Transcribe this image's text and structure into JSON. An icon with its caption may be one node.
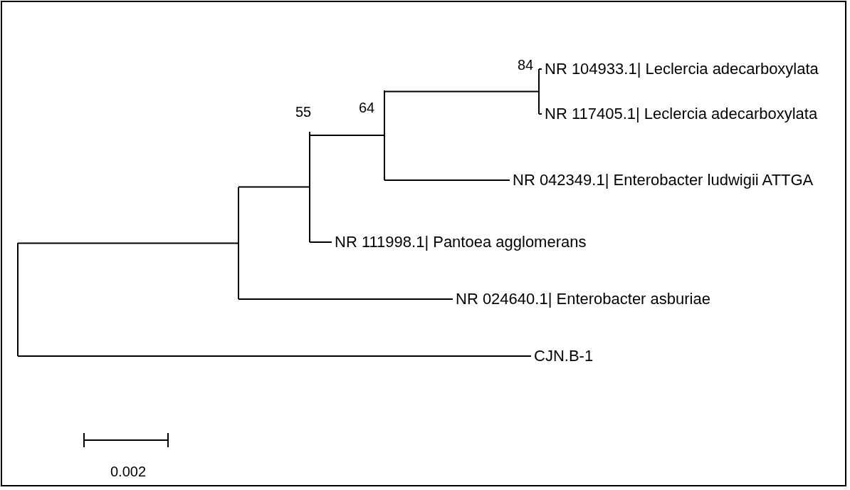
{
  "diagram": {
    "nodes": [
      {
        "text": [],
        "shape": "bar"
      },
      {
        "text": [],
        "shape": "bar"
      },
      {
        "text": [],
        "shape": "bar",
        "beside": [
          "55"
        ]
      },
      {
        "text": [],
        "shape": "bar",
        "beside": [
          "64"
        ]
      },
      {
        "text": [],
        "shape": "bar",
        "beside": [
          "84"
        ]
      },
      {
        "text": [
          "NR 104933.1| Leclercia adecarboxylata"
        ]
      },
      {
        "text": [
          "NR 117405.1| Leclercia adecarboxylata"
        ]
      },
      {
        "text": [
          "NR 042349.1| Enterobacter ludwigii ATTGA"
        ]
      },
      {
        "text": [
          "NR 111998.1| Pantoea agglomerans"
        ]
      },
      {
        "text": [
          "NR 024640.1| Enterobacter asburiae"
        ]
      },
      {
        "text": [
          "CJN.B-1"
        ]
      }
    ],
    "edges": [
      {
        "from": 0,
        "to": 1,
        "arrow": "none"
      },
      {
        "from": 0,
        "to": 10,
        "arrow": "none"
      },
      {
        "from": 1,
        "to": 2,
        "arrow": "none"
      },
      {
        "from": 1,
        "to": 9,
        "arrow": "none"
      },
      {
        "from": 2,
        "to": 3,
        "arrow": "none"
      },
      {
        "from": 2,
        "to": 8,
        "arrow": "none"
      },
      {
        "from": 3,
        "to": 4,
        "arrow": "none"
      },
      {
        "from": 3,
        "to": 7,
        "arrow": "none"
      },
      {
        "from": 4,
        "to": 5,
        "arrow": "none"
      },
      {
        "from": 4,
        "to": 6,
        "arrow": "none"
      }
    ],
    "labels": [
      "0.002"
    ]
  }
}
